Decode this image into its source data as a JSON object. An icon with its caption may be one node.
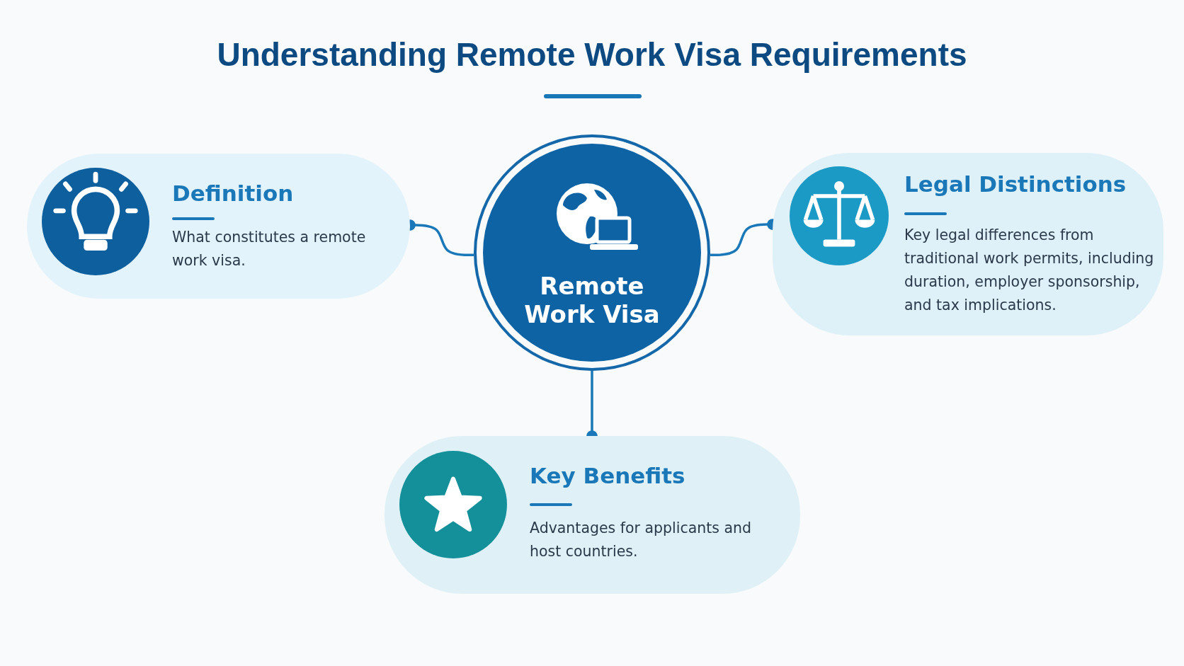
{
  "diagram": {
    "title": "Understanding Remote Work Visa Requirements",
    "nodes": [
      {
        "text": [
          "Remote Work Visa"
        ]
      },
      {
        "text": [
          "Definition",
          "What constitutes a remote work visa."
        ]
      },
      {
        "text": [
          "Legal Distinctions",
          "Key legal differences from traditional work permits, including duration, employer sponsorship, and tax implications."
        ]
      },
      {
        "text": [
          "Key Benefits",
          "Advantages for applicants and host countries."
        ]
      }
    ],
    "edges": [
      {
        "from": 0,
        "to": 1,
        "arrow": "other"
      },
      {
        "from": 0,
        "to": 2,
        "arrow": "other"
      },
      {
        "from": 0,
        "to": 3,
        "arrow": "other"
      }
    ]
  }
}
